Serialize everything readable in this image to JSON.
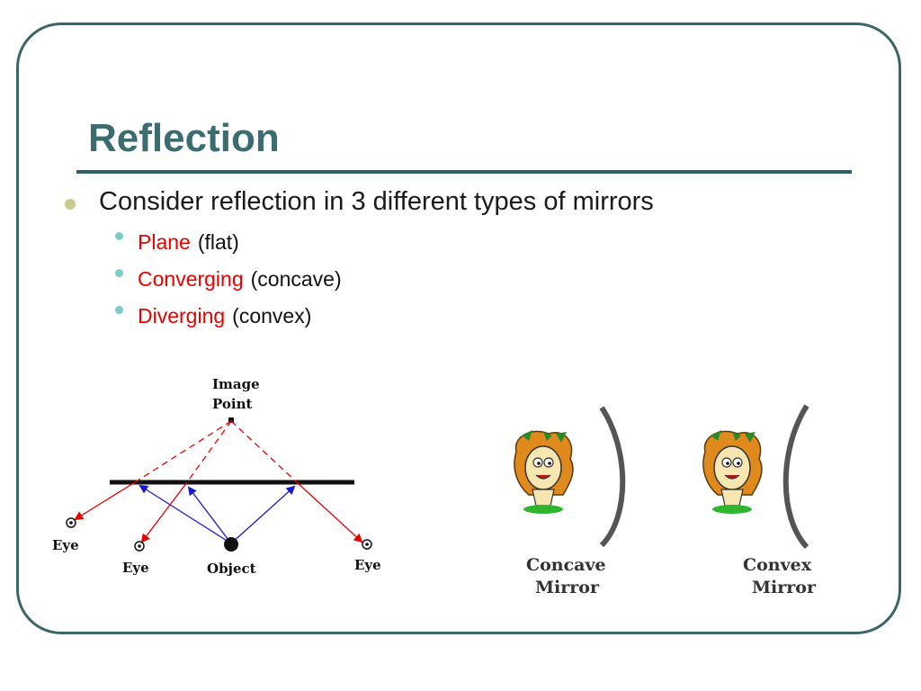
{
  "slide": {
    "title": "Reflection",
    "bullet": "Consider reflection in 3 different types of mirrors",
    "subitems": [
      {
        "term": "Plane",
        "note": "(flat)"
      },
      {
        "term": "Converging",
        "note": "(concave)"
      },
      {
        "term": "Diverging",
        "note": "(convex)"
      }
    ]
  },
  "plane_diagram": {
    "image_label_1": "Image",
    "image_label_2": "Point",
    "eye_left": "Eye",
    "eye_mid": "Eye",
    "eye_right": "Eye",
    "object": "Object"
  },
  "mirrors": {
    "concave_1": "Concave",
    "concave_2": "Mirror",
    "convex_1": "Convex",
    "convex_2": "Mirror"
  },
  "colors": {
    "title": "#3b6d70",
    "accent_red": "#e60000",
    "incident_ray": "#1a1acc",
    "border": "#3c6566"
  }
}
